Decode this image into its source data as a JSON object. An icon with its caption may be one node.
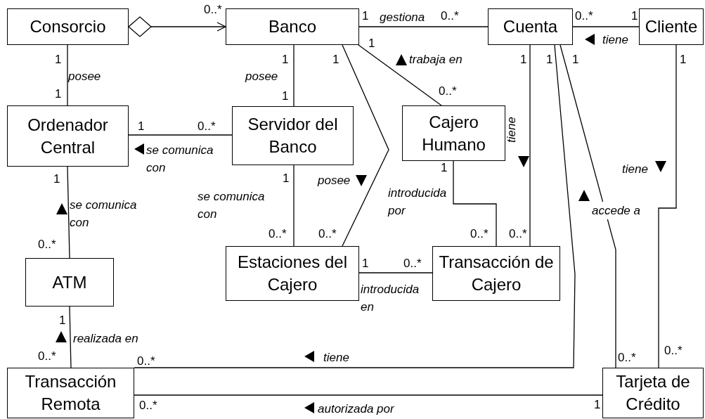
{
  "diagram": {
    "nodes": [
      {
        "text": [
          "Consorcio"
        ]
      },
      {
        "text": [
          "Banco"
        ]
      },
      {
        "text": [
          "Cuenta"
        ]
      },
      {
        "text": [
          "Cliente"
        ]
      },
      {
        "text": [
          "Ordenador Central"
        ]
      },
      {
        "text": [
          "Servidor del Banco"
        ]
      },
      {
        "text": [
          "Cajero Humano"
        ]
      },
      {
        "text": [
          "ATM"
        ]
      },
      {
        "text": [
          "Estaciones del Cajero"
        ]
      },
      {
        "text": [
          "Transacción de Cajero"
        ]
      },
      {
        "text": [
          "Transacción Remota"
        ]
      },
      {
        "text": [
          "Tarjeta de Crédito"
        ]
      }
    ],
    "edges": [
      {
        "from": 0,
        "to": 1,
        "arrow": "to"
      },
      {
        "from": 1,
        "to": 2,
        "arrow": "none",
        "label": "gestiona"
      },
      {
        "from": 2,
        "to": 3,
        "arrow": "none",
        "label": "tiene"
      },
      {
        "from": 0,
        "to": 4,
        "arrow": "none",
        "label": "posee"
      },
      {
        "from": 1,
        "to": 5,
        "arrow": "none",
        "label": "posee"
      },
      {
        "from": 5,
        "to": 4,
        "arrow": "none",
        "label": "se comunica con"
      },
      {
        "from": 1,
        "to": 6,
        "arrow": "none",
        "label": "trabaja en"
      },
      {
        "from": 1,
        "to": 8,
        "arrow": "none",
        "label": "posee"
      },
      {
        "from": 4,
        "to": 7,
        "arrow": "none",
        "label": "se comunica con"
      },
      {
        "from": 5,
        "to": 8,
        "arrow": "none",
        "label": "se comunica con"
      },
      {
        "from": 2,
        "to": 9,
        "arrow": "none",
        "label": "tiene"
      },
      {
        "from": 6,
        "to": 9,
        "arrow": "none",
        "label": "introducida por"
      },
      {
        "from": 8,
        "to": 9,
        "arrow": "none",
        "label": "introducida en"
      },
      {
        "from": 7,
        "to": 10,
        "arrow": "none",
        "label": "realizada en"
      },
      {
        "from": 2,
        "to": 10,
        "arrow": "none",
        "label": "tiene"
      },
      {
        "from": 2,
        "to": 11,
        "arrow": "none",
        "label": "accede a"
      },
      {
        "from": 3,
        "to": 11,
        "arrow": "none",
        "label": "tiene"
      },
      {
        "from": 10,
        "to": 11,
        "arrow": "none",
        "label": "autorizada por"
      }
    ],
    "labels": [
      "0..*",
      "1",
      "0..*",
      "0..*",
      "1",
      "1",
      "1",
      "1",
      "1",
      "1",
      "1",
      "1",
      "1",
      "1",
      "1",
      "0..*",
      "1",
      "0..*",
      "1",
      "1",
      "1",
      "0..*",
      "0..*",
      "0..*",
      "0..*",
      "0..*",
      "1",
      "0..*",
      "1",
      "0..*",
      "0..*",
      "0..*",
      "0..*",
      "0..*",
      "1"
    ]
  }
}
